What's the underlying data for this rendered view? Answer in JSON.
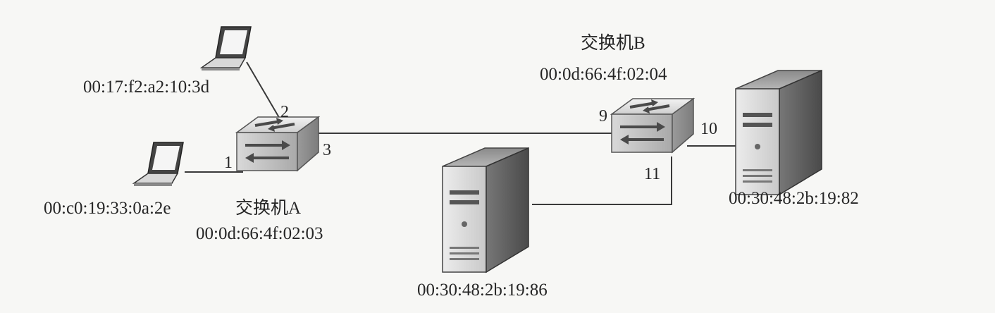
{
  "switch_a": {
    "name": "交换机A",
    "mac": "00:0d:66:4f:02:03",
    "ports": {
      "p1": "1",
      "p2": "2",
      "p3": "3"
    }
  },
  "switch_b": {
    "name": "交换机B",
    "mac": "00:0d:66:4f:02:04",
    "ports": {
      "p9": "9",
      "p10": "10",
      "p11": "11"
    }
  },
  "laptop_top": {
    "mac": "00:17:f2:a2:10:3d"
  },
  "laptop_bottom": {
    "mac": "00:c0:19:33:0a:2e"
  },
  "server_center": {
    "mac": "00:30:48:2b:19:86"
  },
  "server_right": {
    "mac": "00:30:48:2b:19:82"
  }
}
